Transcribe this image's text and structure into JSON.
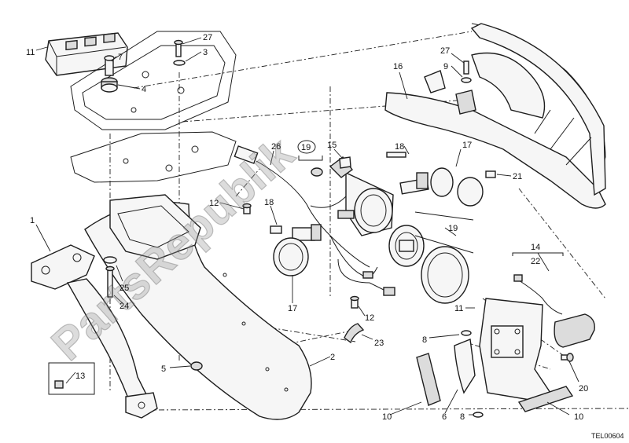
{
  "diagram": {
    "code": "TEL00604",
    "watermark": "PartsRepublik",
    "callouts": [
      {
        "id": "c11a",
        "label": "11"
      },
      {
        "id": "c7",
        "label": "7"
      },
      {
        "id": "c4",
        "label": "4"
      },
      {
        "id": "c27a",
        "label": "27"
      },
      {
        "id": "c3",
        "label": "3"
      },
      {
        "id": "c27b",
        "label": "27"
      },
      {
        "id": "c9",
        "label": "9"
      },
      {
        "id": "c16",
        "label": "16"
      },
      {
        "id": "c26",
        "label": "26"
      },
      {
        "id": "c19a",
        "label": "19"
      },
      {
        "id": "c15",
        "label": "15"
      },
      {
        "id": "c18a",
        "label": "18"
      },
      {
        "id": "c17a",
        "label": "17"
      },
      {
        "id": "c21",
        "label": "21"
      },
      {
        "id": "c1",
        "label": "1"
      },
      {
        "id": "c12a",
        "label": "12"
      },
      {
        "id": "c18b",
        "label": "18"
      },
      {
        "id": "c19b",
        "label": "19"
      },
      {
        "id": "c25",
        "label": "25"
      },
      {
        "id": "c24",
        "label": "24"
      },
      {
        "id": "c17b",
        "label": "17"
      },
      {
        "id": "c14",
        "label": "14"
      },
      {
        "id": "c22",
        "label": "22"
      },
      {
        "id": "c12b",
        "label": "12"
      },
      {
        "id": "c23",
        "label": "23"
      },
      {
        "id": "c13",
        "label": "13"
      },
      {
        "id": "c8a",
        "label": "8"
      },
      {
        "id": "c5",
        "label": "5"
      },
      {
        "id": "c2",
        "label": "2"
      },
      {
        "id": "c11b",
        "label": "11"
      },
      {
        "id": "c20",
        "label": "20"
      },
      {
        "id": "c10a",
        "label": "10"
      },
      {
        "id": "c6",
        "label": "6"
      },
      {
        "id": "c8b",
        "label": "8"
      },
      {
        "id": "c10b",
        "label": "10"
      }
    ]
  }
}
